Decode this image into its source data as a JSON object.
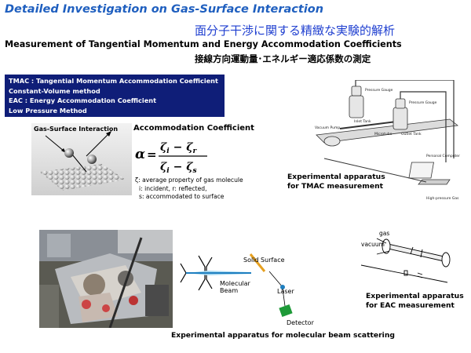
{
  "header": {
    "title": "Detailed Investigation on Gas-Surface Interaction",
    "title_jp": "面分子干渉に関する精緻な実験的解析",
    "subtitle": "Measurement of Tangential Momentum  and Energy Accommodation  Coefficients",
    "subtitle_jp": "接線方向運動量･エネルギー適応係数の測定"
  },
  "definitions": [
    "TMAC : Tangential Momentum Accommodation Coefficient",
    "Constant-Volume method",
    "EAC : Energy Accommodation Coefficient",
    "Low Pressure Method"
  ],
  "gas_surface": {
    "label": "Gas-Surface Interaction"
  },
  "accommodation": {
    "title": "Accommodation Coefficient",
    "legend_1": "ζ: average property of gas molecule",
    "legend_2": "i: incident,  r: reflected,",
    "legend_3": "s: accommodated to surface"
  },
  "tmac": {
    "caption_1": "Experimental apparatus",
    "caption_2": "for TMAC measurement",
    "labels": {
      "pressure_gauge_1": "Pressure Gauge",
      "pressure_gauge_2": "Pressure Gauge",
      "vacuum_pump": "Vacuum Pump",
      "inlet_tank": "Inlet Tank",
      "microtube": "Microtube",
      "outlet_tank": "Outlet Tank",
      "personal_computer": "Personal Computer",
      "high_pressure_gas": "High-pressure Gas"
    }
  },
  "eac": {
    "gas": "gas",
    "vacuum": "vacuum",
    "caption_1": "Experimental apparatus",
    "caption_2": "for EAC measurement"
  },
  "beam": {
    "solid_surface": "Solid Surface",
    "molecular_beam_1": "Molecular",
    "molecular_beam_2": "Beam",
    "laser": "Laser",
    "detector": "Detector",
    "caption": "Experimental apparatus for molecular beam scattering"
  }
}
